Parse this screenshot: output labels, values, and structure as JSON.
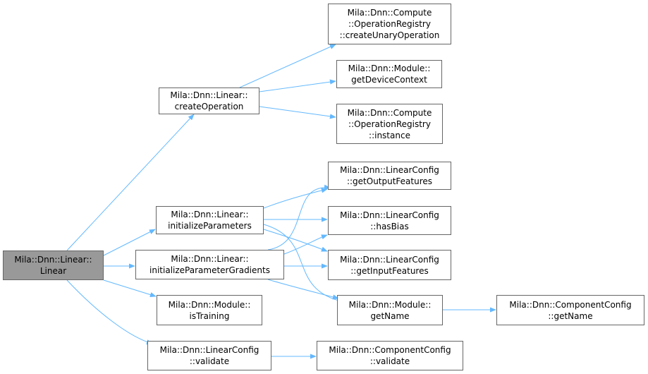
{
  "colors": {
    "edge": "#63b8ff",
    "node_border": "#666666",
    "root_fill": "#999999"
  },
  "nodes": {
    "linear": [
      "Mila::Dnn::Linear::",
      "Linear"
    ],
    "createOperation": [
      "Mila::Dnn::Linear::",
      "createOperation"
    ],
    "initializeParameters": [
      "Mila::Dnn::Linear::",
      "initializeParameters"
    ],
    "initializeParameterGradients": [
      "Mila::Dnn::Linear::",
      "initializeParameterGradients"
    ],
    "isTraining": [
      "Mila::Dnn::Module::",
      "isTraining"
    ],
    "validate": [
      "Mila::Dnn::LinearConfig",
      "::validate"
    ],
    "createUnaryOperation": [
      "Mila::Dnn::Compute",
      "::OperationRegistry",
      "::createUnaryOperation"
    ],
    "getDeviceContext": [
      "Mila::Dnn::Module::",
      "getDeviceContext"
    ],
    "instance": [
      "Mila::Dnn::Compute",
      "::OperationRegistry",
      "::instance"
    ],
    "getOutputFeatures": [
      "Mila::Dnn::LinearConfig",
      "::getOutputFeatures"
    ],
    "hasBias": [
      "Mila::Dnn::LinearConfig",
      "::hasBias"
    ],
    "getInputFeatures": [
      "Mila::Dnn::LinearConfig",
      "::getInputFeatures"
    ],
    "getName": [
      "Mila::Dnn::Module::",
      "getName"
    ],
    "componentValidate": [
      "Mila::Dnn::ComponentConfig",
      "::validate"
    ],
    "componentGetName": [
      "Mila::Dnn::ComponentConfig",
      "::getName"
    ]
  }
}
